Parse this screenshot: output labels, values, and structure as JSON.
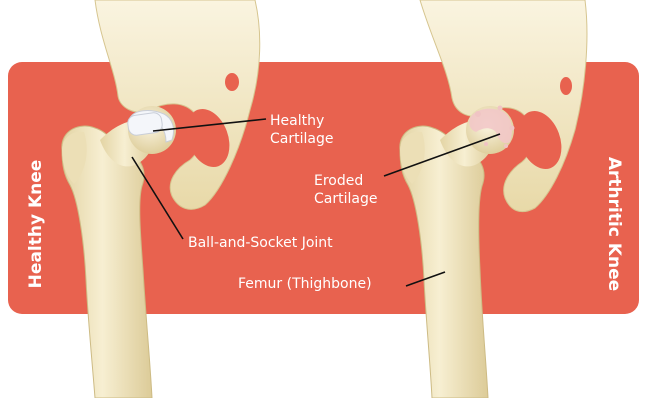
{
  "diagram": {
    "side_labels": {
      "left": "Healthy Knee",
      "right": "Arthritic Knee"
    },
    "callouts": {
      "healthy_cartilage": [
        "Healthy",
        "Cartilage"
      ],
      "eroded_cartilage": [
        "Eroded",
        "Cartilage"
      ],
      "ball_socket": "Ball-and-Socket Joint",
      "femur": "Femur (Thighbone)"
    },
    "colors": {
      "panel": "#e8624f",
      "bone": "#f3e8c4",
      "bone_shadow": "#d9c998",
      "cartilage_healthy": "#f4f6fa",
      "cartilage_eroded": "#f2c8c8",
      "text": "#ffffff",
      "leader": "#111111"
    }
  }
}
